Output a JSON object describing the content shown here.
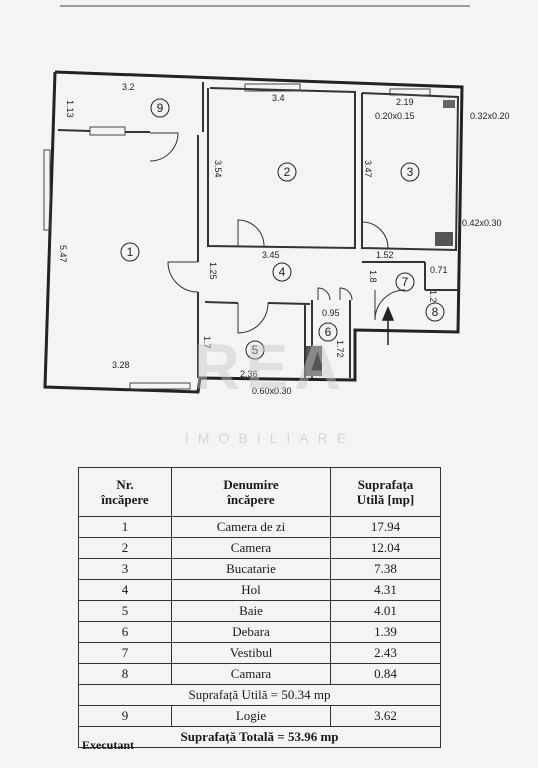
{
  "plan": {
    "room_numbers": [
      "1",
      "2",
      "3",
      "4",
      "5",
      "6",
      "7",
      "8",
      "9"
    ],
    "dimensions": [
      "3.2",
      "1.13",
      "3.4",
      "2.19",
      "0.20x0.15",
      "0.32x0.20",
      "3.54",
      "3.47",
      "5.47",
      "0.42x0.30",
      "3.45",
      "1.52",
      "1.25",
      "1.8",
      "0.71",
      "1.2",
      "0.95",
      "1.72",
      "1.7",
      "3.28",
      "2.36",
      "0.60x0.30"
    ]
  },
  "watermark": {
    "title": "REA",
    "subtitle": "IMOBILIARE"
  },
  "table": {
    "headers": [
      "Nr.\nîncăpere",
      "Denumire\nîncăpere",
      "Suprafața\nUtilă [mp]"
    ],
    "rows": [
      {
        "nr": "1",
        "name": "Camera de zi",
        "area": "17.94"
      },
      {
        "nr": "2",
        "name": "Camera",
        "area": "12.04"
      },
      {
        "nr": "3",
        "name": "Bucatarie",
        "area": "7.38"
      },
      {
        "nr": "4",
        "name": "Hol",
        "area": "4.31"
      },
      {
        "nr": "5",
        "name": "Baie",
        "area": "4.01"
      },
      {
        "nr": "6",
        "name": "Debara",
        "area": "1.39"
      },
      {
        "nr": "7",
        "name": "Vestibul",
        "area": "2.43"
      },
      {
        "nr": "8",
        "name": "Camara",
        "area": "0.84"
      }
    ],
    "subtotal": "Suprafață Utilă = 50.34 mp",
    "logie": {
      "nr": "9",
      "name": "Logie",
      "area": "3.62"
    },
    "total": "Suprafață Totală = 53.96 mp"
  },
  "footer": {
    "executant": "Executant"
  }
}
